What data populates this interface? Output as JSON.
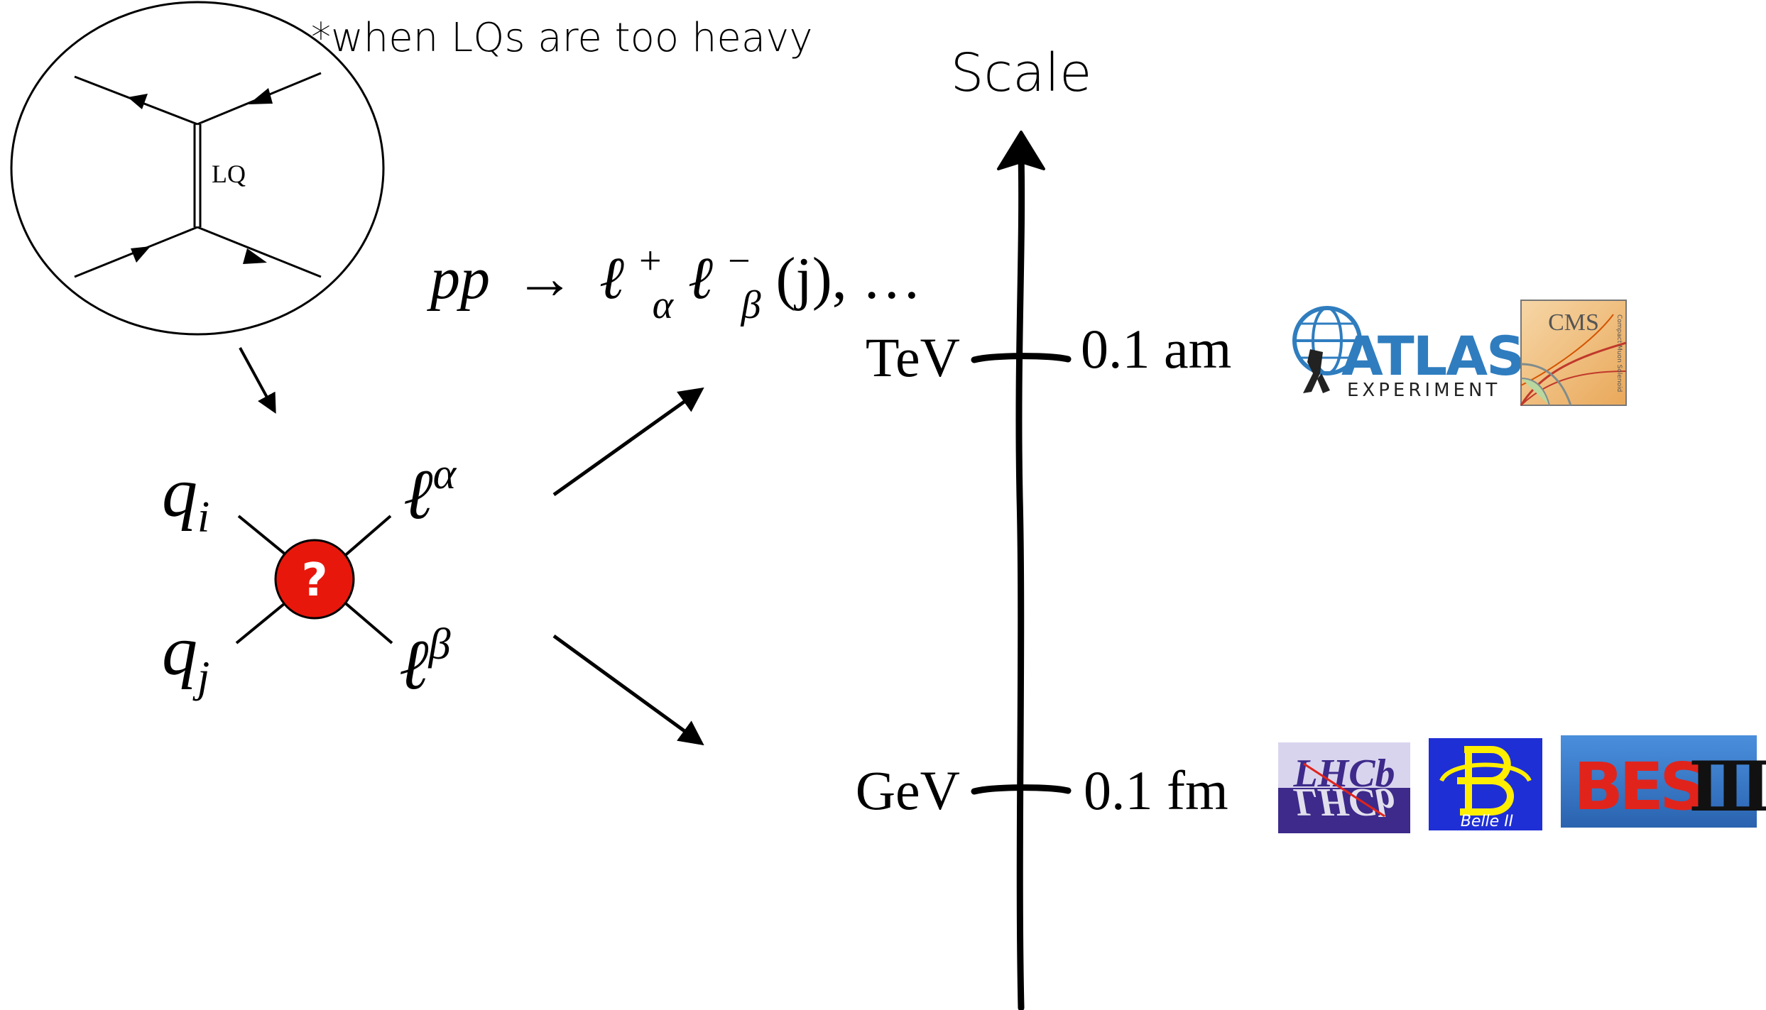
{
  "feynman": {
    "note": "*when LQs are too heavy",
    "mediator_label": "LQ"
  },
  "effective_vertex": {
    "quark_1": "q",
    "quark_1_index": "i",
    "quark_2": "q",
    "quark_2_index": "j",
    "lepton_1": "ℓ",
    "lepton_1_index": "α",
    "lepton_2": "ℓ",
    "lepton_2_index": "β",
    "unknown_symbol": "?"
  },
  "process": {
    "lhs": "pp",
    "arrow": "→",
    "lepton": "ℓ",
    "sup_plus": "+",
    "sub_alpha": "α",
    "sup_minus": "−",
    "sub_beta": "β",
    "tail": "(j),  …"
  },
  "scale_axis": {
    "title": "Scale",
    "ticks": [
      {
        "energy": "TeV",
        "length": "0.1 am"
      },
      {
        "energy": "GeV",
        "length": "0.1 fm"
      }
    ]
  },
  "experiments": {
    "high_energy": {
      "atlas_main": "ATLAS",
      "atlas_sub": "EXPERIMENT",
      "cms": "CMS",
      "cms_vertical": "Compact Muon Solenoid"
    },
    "low_energy": {
      "lhcb": "LHCb",
      "belle": "Belle II",
      "bes": "BESIII",
      "bes_display_left": "BES",
      "bes_display_right": "Ⅲ"
    }
  },
  "colors": {
    "vertex_fill": "#e8170b",
    "atlas_blue": "#2f7dbf",
    "lhcb_purple": "#3d2a8a",
    "belle_blue": "#1f2fd6",
    "belle_yellow": "#ffee00",
    "bes_blue": "#2f74c8",
    "bes_red": "#e0241c"
  }
}
